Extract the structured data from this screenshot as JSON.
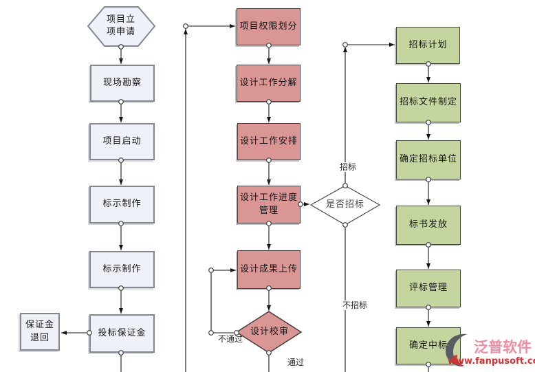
{
  "colors": {
    "process_light_fill": "#eff1f8",
    "process_light_border": "#84868f",
    "process_red_fill": "#d99694",
    "process_green_fill": "#c5d59f",
    "shape_border_dark": "#443c3c",
    "line": "#141414",
    "brand_pink": "#ee8ea0",
    "brand_red": "#d63031"
  },
  "left_column": {
    "start": "项目立\n项申请",
    "steps": [
      "现场勘察",
      "项目启动",
      "标示制作",
      "标示制作",
      "投标保证金"
    ],
    "refund": "保证金\n退回"
  },
  "middle_column": {
    "steps": [
      "项目权限划分",
      "设计工作分解",
      "设计工作安排",
      "设计工作进度\n管理",
      "设计成果上传"
    ],
    "review": "设计校审"
  },
  "right_column": {
    "decision": "是否招标",
    "steps": [
      "招标计划",
      "招标文件制定",
      "确定招标单位",
      "标书发放",
      "评标管理",
      "确定中标"
    ]
  },
  "edge_labels": {
    "pass": "通过",
    "fail": "不通过",
    "bid": "招标",
    "no_bid": "不招标"
  },
  "watermark": {
    "brand": "泛普软件",
    "url": "www.fanpusoft.com"
  }
}
